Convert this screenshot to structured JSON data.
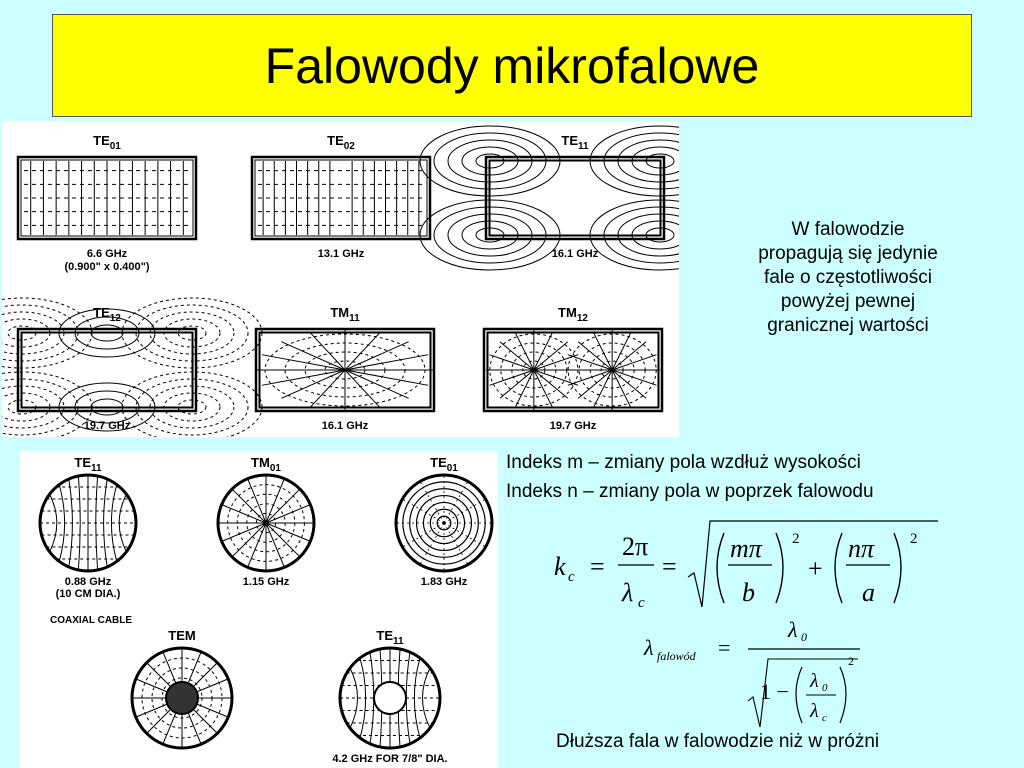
{
  "title": "Falowody mikrofalowe",
  "side_text": [
    "W falowodzie",
    "propagują się jedynie",
    "fale o częstotliwości",
    "powyżej pewnej",
    "granicznej wartości"
  ],
  "index_lines": [
    "Indeks m – zmiany pola wzdłuż wysokości",
    "Indeks n – zmiany pola w poprzek  falowodu"
  ],
  "bottom_note": "Dłuższa fala w falowodzie niż w próżni",
  "rect_modes": [
    {
      "mode": "TE",
      "sub": "01",
      "freq": "6.6 GHz",
      "extra": "(0.900\" x 0.400\")"
    },
    {
      "mode": "TE",
      "sub": "02",
      "freq": "13.1 GHz",
      "extra": ""
    },
    {
      "mode": "TE",
      "sub": "11",
      "freq": "16.1 GHz",
      "extra": ""
    },
    {
      "mode": "TE",
      "sub": "12",
      "freq": "19.7 GHz",
      "extra": ""
    },
    {
      "mode": "TM",
      "sub": "11",
      "freq": "16.1 GHz",
      "extra": ""
    },
    {
      "mode": "TM",
      "sub": "12",
      "freq": "19.7 GHz",
      "extra": ""
    }
  ],
  "circ_modes": [
    {
      "mode": "TE",
      "sub": "11",
      "freq": "0.88 GHz",
      "extra": "(10 CM DIA.)"
    },
    {
      "mode": "TM",
      "sub": "01",
      "freq": "1.15 GHz",
      "extra": ""
    },
    {
      "mode": "TE",
      "sub": "01",
      "freq": "1.83 GHz",
      "extra": ""
    },
    {
      "mode": "TEM",
      "sub": "",
      "freq": "",
      "extra": ""
    },
    {
      "mode": "TE",
      "sub": "11",
      "freq": "4.2 GHz FOR 7/8\" DIA.",
      "extra": ""
    }
  ],
  "coaxial_label": "COAXIAL CABLE",
  "formula1": {
    "k": "k",
    "k_sub": "c",
    "eq": "=",
    "two_pi": "2π",
    "lambda": "λ",
    "lambda_sub": "c",
    "m_pi": "mπ",
    "b": "b",
    "plus": "+",
    "n_pi": "nπ",
    "a": "a",
    "exp": "2"
  },
  "formula2": {
    "lambda": "λ",
    "lambda_sub": "falowód",
    "eq": "=",
    "lambda0": "λ",
    "zero": "0",
    "one_minus": "1 −",
    "lambda_c": "λ",
    "c": "c",
    "exp": "2"
  }
}
